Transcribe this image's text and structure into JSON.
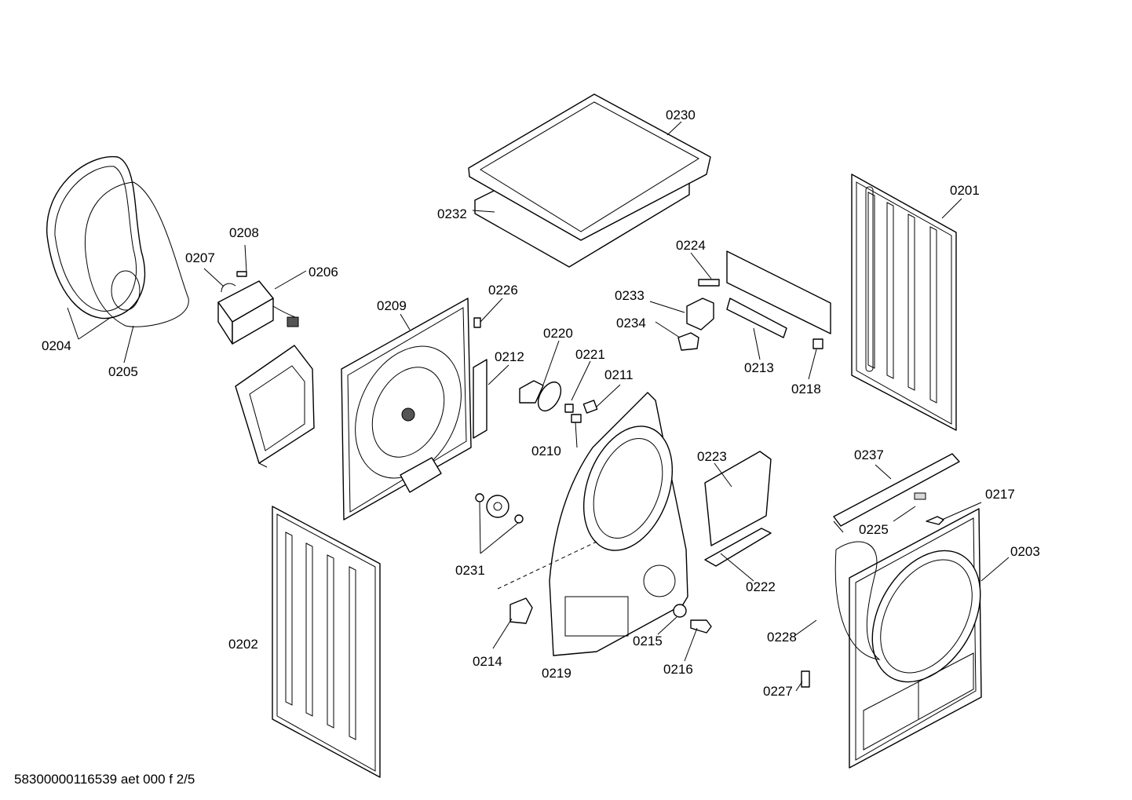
{
  "document_id": "58300000116539 aet 000 f 2/5",
  "parts": [
    {
      "id": "p0201",
      "label": "0201"
    },
    {
      "id": "p0202",
      "label": "0202"
    },
    {
      "id": "p0203",
      "label": "0203"
    },
    {
      "id": "p0204",
      "label": "0204"
    },
    {
      "id": "p0205",
      "label": "0205"
    },
    {
      "id": "p0206",
      "label": "0206"
    },
    {
      "id": "p0207",
      "label": "0207"
    },
    {
      "id": "p0208",
      "label": "0208"
    },
    {
      "id": "p0209",
      "label": "0209"
    },
    {
      "id": "p0210",
      "label": "0210"
    },
    {
      "id": "p0211",
      "label": "0211"
    },
    {
      "id": "p0212",
      "label": "0212"
    },
    {
      "id": "p0213",
      "label": "0213"
    },
    {
      "id": "p0214",
      "label": "0214"
    },
    {
      "id": "p0215",
      "label": "0215"
    },
    {
      "id": "p0216",
      "label": "0216"
    },
    {
      "id": "p0217",
      "label": "0217"
    },
    {
      "id": "p0218",
      "label": "0218"
    },
    {
      "id": "p0219",
      "label": "0219"
    },
    {
      "id": "p0220",
      "label": "0220"
    },
    {
      "id": "p0221",
      "label": "0221"
    },
    {
      "id": "p0222",
      "label": "0222"
    },
    {
      "id": "p0223",
      "label": "0223"
    },
    {
      "id": "p0224",
      "label": "0224"
    },
    {
      "id": "p0225",
      "label": "0225"
    },
    {
      "id": "p0226",
      "label": "0226"
    },
    {
      "id": "p0227",
      "label": "0227"
    },
    {
      "id": "p0228",
      "label": "0228"
    },
    {
      "id": "p0230",
      "label": "0230"
    },
    {
      "id": "p0231",
      "label": "0231"
    },
    {
      "id": "p0232",
      "label": "0232"
    },
    {
      "id": "p0233",
      "label": "0233"
    },
    {
      "id": "p0234",
      "label": "0234"
    },
    {
      "id": "p0237",
      "label": "0237"
    }
  ]
}
